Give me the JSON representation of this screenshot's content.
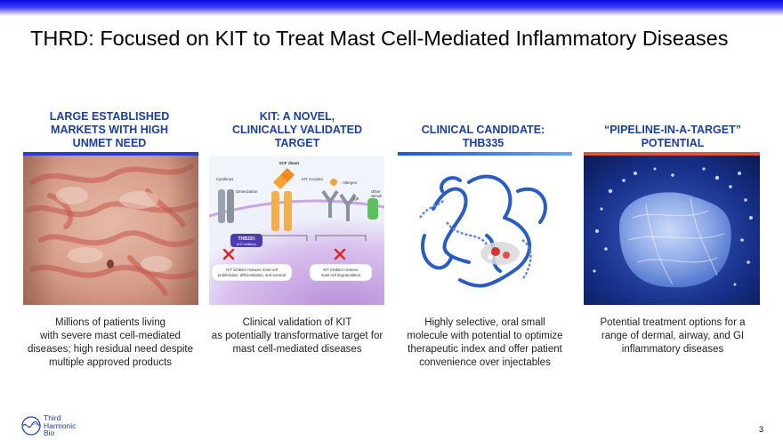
{
  "slide": {
    "title": "THRD: Focused on KIT to Treat Mast Cell-Mediated Inflammatory Diseases",
    "page_number": "3"
  },
  "columns": [
    {
      "heading": [
        "LARGE ESTABLISHED",
        "MARKETS WITH HIGH",
        "UNMET NEED"
      ],
      "rule_color": "#2a3bd6",
      "image_icon": "skin-rash-photo",
      "description": [
        "Millions of patients living",
        "with severe mast cell-mediated",
        "diseases; high residual need despite",
        "multiple approved products"
      ]
    },
    {
      "heading": [
        "KIT: A NOVEL,",
        "CLINICALLY VALIDATED",
        "TARGET"
      ],
      "rule_color": "#ffffff",
      "image_icon": "kit-mechanism-diagram",
      "diagram": {
        "scf_dimer": "SCF dimer",
        "kit_receptor": "KIT receptor",
        "cytokines": "Cytokines",
        "dimerization": "Dimerization",
        "allergen": "Allergen",
        "ige": "IgE",
        "other_stimuli": [
          "Other",
          "stimuli"
        ],
        "drug_name": "THB335",
        "drug_sub": "(KIT inhibitor)",
        "note_left": [
          "KIT inhibitor reduces mast cell",
          "proliferation, differentiation, and survival"
        ],
        "note_right": [
          "KIT inhibitor reduces",
          "mast cell degranulation"
        ]
      },
      "description": [
        "Clinical validation of KIT",
        "as potentially transformative target for",
        "mast cell-mediated diseases"
      ]
    },
    {
      "heading": [
        "CLINICAL CANDIDATE:",
        "THB335"
      ],
      "rule_color": "#3a7de0",
      "image_icon": "protein-structure-render",
      "description": [
        "Highly selective, oral small",
        "molecule with potential to optimize",
        "therapeutic index and offer patient",
        "convenience over injectables"
      ]
    },
    {
      "heading": [
        "“PIPELINE-IN-A-TARGET”",
        "POTENTIAL"
      ],
      "rule_color": "#e0563a",
      "image_icon": "mast-cell-render",
      "description": [
        "Potential treatment options for a",
        "range of dermal, airway, and GI",
        "inflammatory diseases"
      ]
    }
  ],
  "logo": {
    "icon": "third-harmonic-wave-logo-icon",
    "lines": [
      "Third",
      "Harmonic",
      "Bio"
    ]
  }
}
